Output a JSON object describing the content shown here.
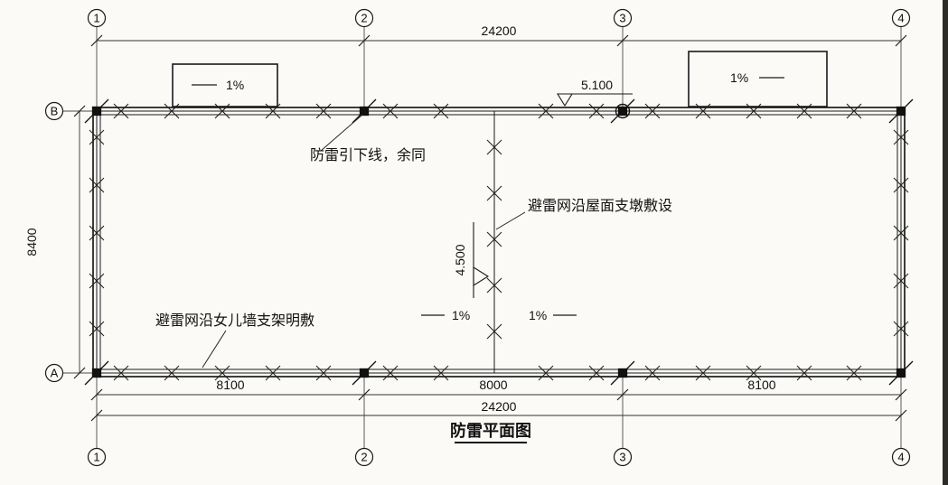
{
  "title": {
    "text": "防雷平面图"
  },
  "axes": {
    "cols": [
      "1",
      "2",
      "3",
      "4"
    ],
    "rows": [
      "B",
      "A"
    ]
  },
  "dims": {
    "top_total": "24200",
    "seg_left": "8100",
    "seg_mid": "8000",
    "seg_right": "8100",
    "bottom_total": "24200",
    "height": "8400"
  },
  "elevations": {
    "ridge": "5.100",
    "mid": "4.500"
  },
  "slopes": {
    "roof_left": "1%",
    "roof_right": "1%",
    "mid_left": "1%",
    "mid_right": "1%"
  },
  "notes": {
    "down_conductor": "防雷引下线，余同",
    "roof_net": "避雷网沿屋面支墩敷设",
    "parapet_net": "避雷网沿女儿墙支架明敷"
  }
}
